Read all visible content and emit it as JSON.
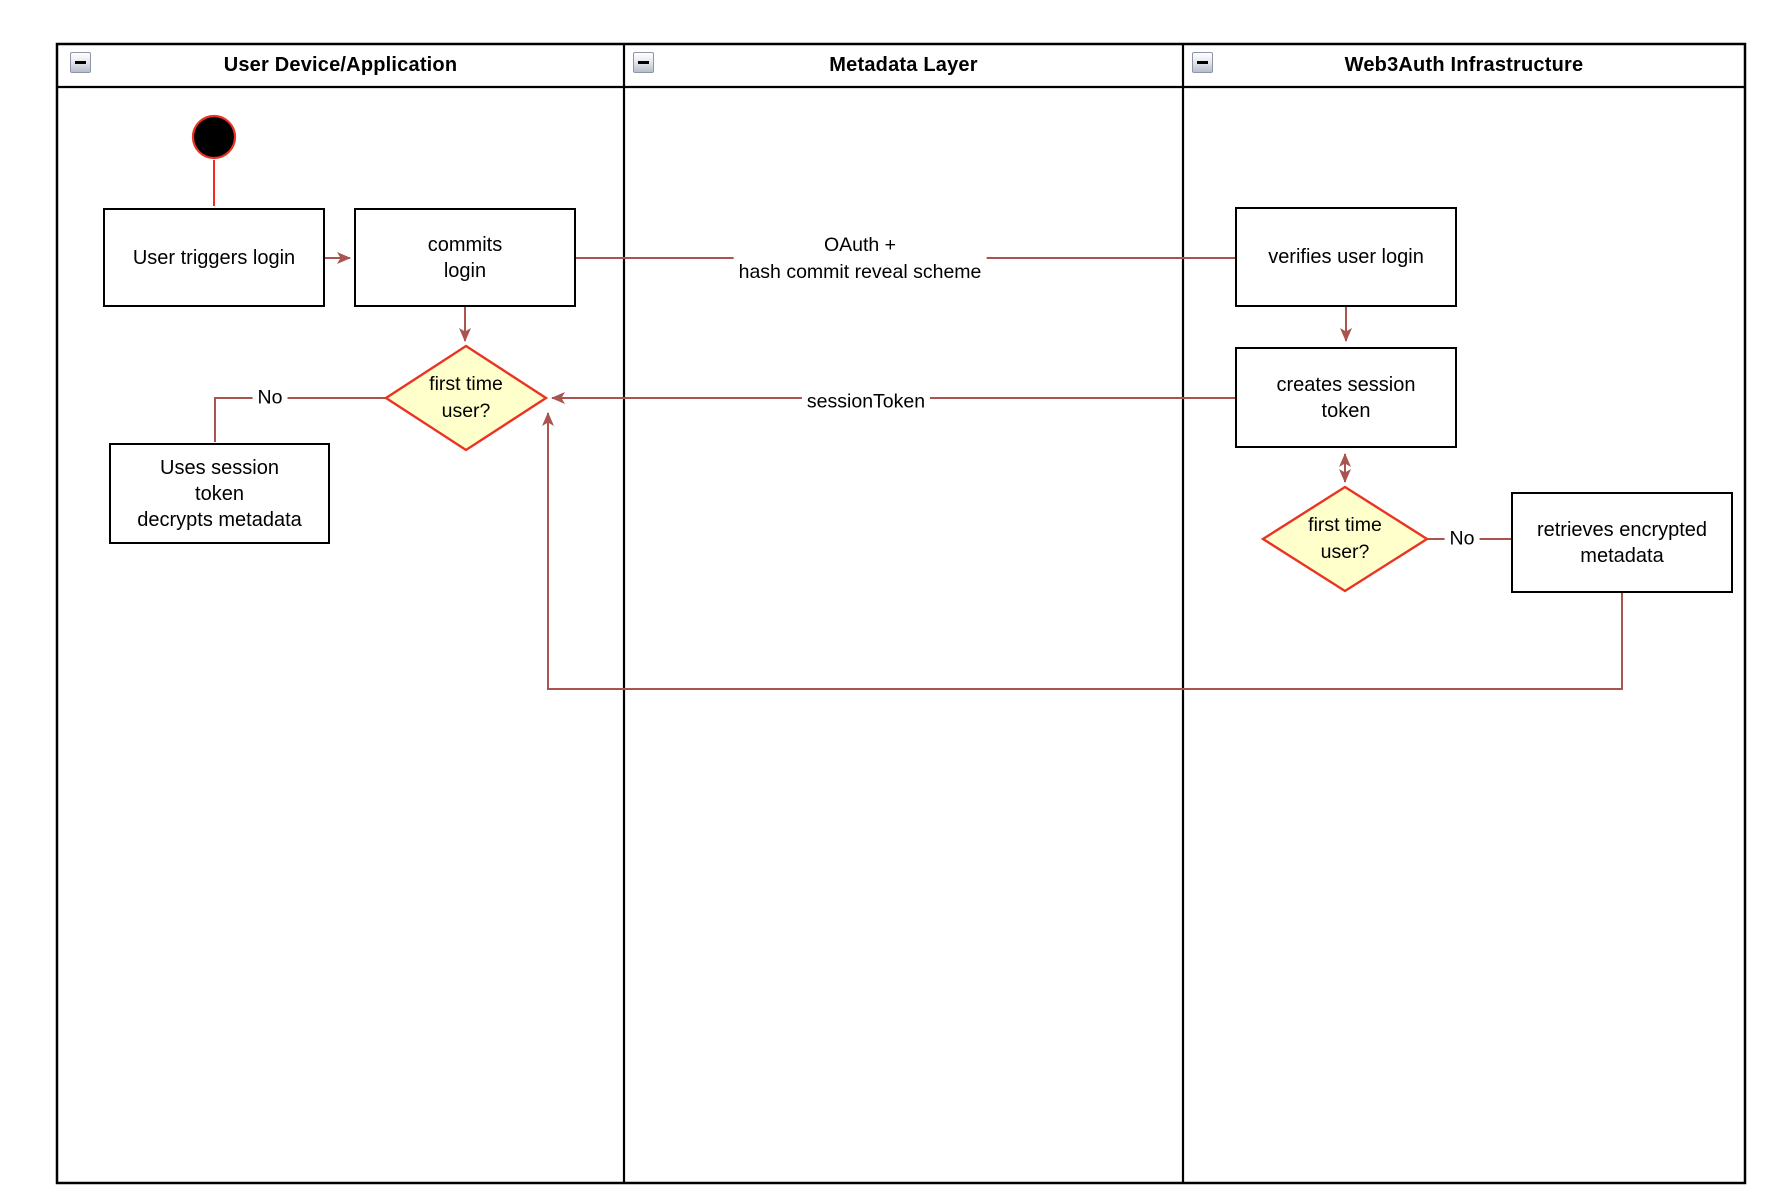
{
  "diagram": {
    "lanes": [
      {
        "title": "User Device/Application"
      },
      {
        "title": "Metadata Layer"
      },
      {
        "title": "Web3Auth Infrastructure"
      }
    ],
    "nodes": {
      "user_triggers_login": "User triggers login",
      "commits_login": "commits\nlogin",
      "uses_session_token": "Uses session\ntoken\ndecrypts metadata",
      "first_time_user_device": "first time\nuser?",
      "verifies_user_login": "verifies user login",
      "creates_session_token": "creates session\ntoken",
      "first_time_user_web3auth": "first time\nuser?",
      "retrieves_encrypted_metadata": "retrieves encrypted\nmetadata"
    },
    "edge_labels": {
      "oauth": "OAuth +\nhash commit reveal scheme",
      "session_token": "sessionToken",
      "no_device": "No",
      "no_web3auth": "No"
    },
    "colors": {
      "connector": "#a9544e",
      "start_line": "#f52a1d",
      "decision_border": "#ea3323",
      "decision_fill": "#ffffcc",
      "start_fill": "#000000",
      "node_border": "#000000",
      "node_fill": "#ffffff",
      "lane_border": "#000000"
    }
  }
}
